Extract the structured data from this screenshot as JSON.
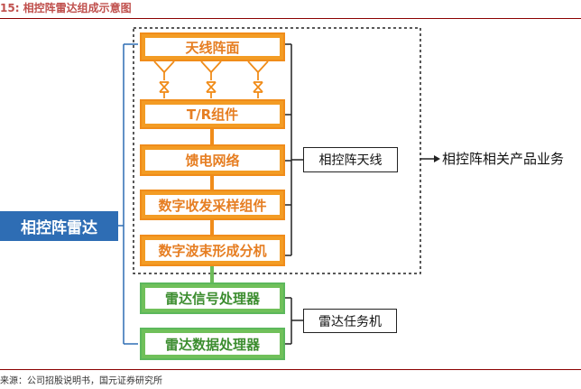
{
  "caption": "15: 相控阵雷达组成示意图",
  "radar": {
    "label": "相控阵雷达"
  },
  "modules": [
    {
      "label": "天线阵面"
    },
    {
      "label": "T/R组件"
    },
    {
      "label": "馈电网络"
    },
    {
      "label": "数字收发采样组件"
    },
    {
      "label": "数字波束形成分机"
    }
  ],
  "processors": [
    {
      "label": "雷达信号处理器"
    },
    {
      "label": "雷达数据处理器"
    }
  ],
  "antenna_group": {
    "label": "相控阵天线"
  },
  "task_group": {
    "label": "雷达任务机"
  },
  "business": {
    "label": "相控阵相关产品业务"
  },
  "source": "来源：公司招股说明书，国元证券研究所",
  "colors": {
    "orange": "#f39c24",
    "orange_text": "#e67e22",
    "green": "#70c05a",
    "green_text": "#3c8d2f",
    "blue": "#2e6db4",
    "caption": "#c0504d"
  }
}
